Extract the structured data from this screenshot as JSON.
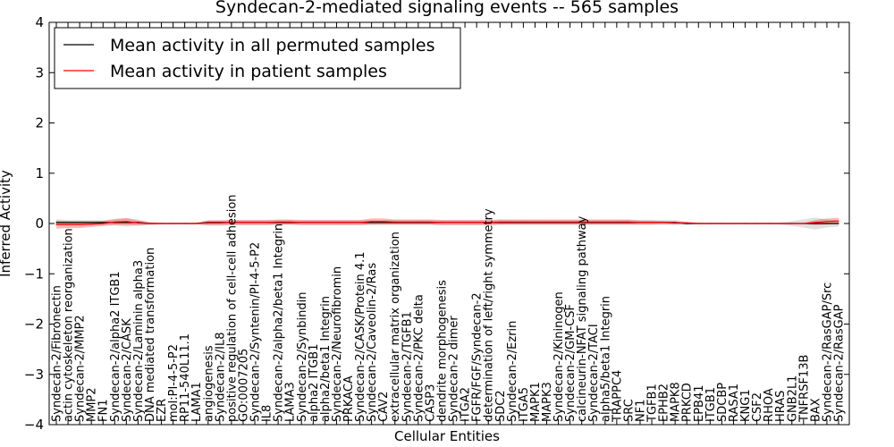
{
  "chart_data": {
    "type": "line",
    "title": "Syndecan-2-mediated signaling events -- 565 samples",
    "xlabel": "Cellular Entities",
    "ylabel": "Inferred Activity",
    "ylim": [
      -4,
      4
    ],
    "yticks": [
      -4,
      -3,
      -2,
      -1,
      0,
      1,
      2,
      3,
      4
    ],
    "grid": false,
    "legend_position": "top-left",
    "categories": [
      "Syndecan-2/Fibronectin",
      "actin cytoskeleton reorganization",
      "Syndecan-2/MMP2",
      "MMP2",
      "FN1",
      "Syndecan-2/alpha2 ITGB1",
      "Syndecan-2/CASK",
      "Syndecan-2/Laminin alpha3",
      "DNA mediated transformation",
      "EZR",
      "mol:PI-4-5-P2",
      "RP11-540L11.1",
      "LAMA1",
      "angiogenesis",
      "Syndecan-2/IL8",
      "positive regulation of cell-cell adhesion",
      "GO:0007205",
      "Syndecan-2/Syntenin/PI-4-5-P2",
      "IL8",
      "Syndecan-2/alpha2/beta1 Integrin",
      "LAMA3",
      "Syndecan-2/Synbindin",
      "alpha2 ITGB1",
      "alpha2/beta1 Integrin",
      "Syndecan-2/Neurofibromin",
      "PRKACA",
      "Syndecan-2/CASK/Protein 4.1",
      "Syndecan-2/Caveolin-2/Ras",
      "CAV2",
      "extracellular matrix organization",
      "Syndecan-2/TGFB1",
      "Syndecan-2/PKC delta",
      "CASP3",
      "dendrite morphogenesis",
      "Syndecan-2 dimer",
      "ITGA2",
      "FGFR/FGF/Syndecan-2",
      "determination of left/right symmetry",
      "SDC2",
      "Syndecan-2/Ezrin",
      "ITGA5",
      "MAPK1",
      "MAPK3",
      "Syndecan-2/Kininogen",
      "Syndecan-2/GM-CSF",
      "calcineurin-NFAT signaling pathway",
      "Syndecan-2/TACI",
      "alpha5/beta1 Integrin",
      "TRAPPC4",
      "SRC",
      "NF1",
      "TGFB1",
      "EPHB2",
      "MAPK8",
      "PRKCD",
      "EPB41",
      "ITGB1",
      "SDCBP",
      "RASA1",
      "KNG1",
      "CSF2",
      "RHOA",
      "HRAS",
      "GNB2L1",
      "TNFRSF13B",
      "BAX",
      "Syndecan-2/RasGAP/Src",
      "Syndecan-2/RasGAP"
    ],
    "series": [
      {
        "name": "Mean activity in all permuted samples",
        "color": "#000000",
        "values": [
          0.02,
          0.02,
          0.02,
          0.02,
          0.02,
          0.02,
          0.02,
          0.02,
          0.0,
          0.0,
          0.0,
          0.0,
          0.0,
          0.02,
          0.02,
          0.02,
          0.02,
          0.02,
          0.02,
          0.02,
          0.02,
          0.02,
          0.02,
          0.02,
          0.02,
          0.02,
          0.02,
          0.02,
          0.02,
          0.02,
          0.02,
          0.02,
          0.02,
          0.02,
          0.02,
          0.02,
          0.02,
          0.02,
          0.02,
          0.02,
          0.02,
          0.02,
          0.02,
          0.02,
          0.02,
          0.02,
          0.02,
          0.02,
          0.02,
          0.02,
          0.02,
          0.02,
          0.02,
          0.02,
          0.0,
          0.0,
          0.0,
          0.0,
          0.0,
          0.0,
          0.0,
          0.0,
          0.0,
          0.0,
          0.0,
          0.0,
          0.0,
          0.0
        ],
        "band": [
          0.06,
          0.05,
          0.05,
          0.05,
          0.05,
          0.06,
          0.08,
          0.06,
          0.03,
          0.02,
          0.02,
          0.02,
          0.02,
          0.05,
          0.05,
          0.05,
          0.05,
          0.05,
          0.05,
          0.05,
          0.05,
          0.05,
          0.05,
          0.05,
          0.05,
          0.05,
          0.05,
          0.05,
          0.05,
          0.05,
          0.05,
          0.05,
          0.05,
          0.05,
          0.05,
          0.05,
          0.05,
          0.05,
          0.05,
          0.05,
          0.05,
          0.05,
          0.05,
          0.05,
          0.05,
          0.05,
          0.05,
          0.05,
          0.05,
          0.05,
          0.05,
          0.05,
          0.05,
          0.05,
          0.03,
          0.02,
          0.02,
          0.02,
          0.02,
          0.02,
          0.02,
          0.02,
          0.02,
          0.05,
          0.08,
          0.12,
          0.08,
          0.06
        ]
      },
      {
        "name": "Mean activity in patient samples",
        "color": "#ff0000",
        "values": [
          -0.02,
          -0.02,
          -0.02,
          -0.01,
          0.0,
          0.03,
          0.04,
          0.01,
          0.0,
          0.0,
          0.0,
          0.0,
          0.0,
          0.01,
          0.01,
          0.02,
          0.02,
          0.02,
          0.02,
          0.03,
          0.03,
          0.02,
          0.02,
          0.02,
          0.02,
          0.02,
          0.02,
          0.04,
          0.04,
          0.03,
          0.03,
          0.03,
          0.03,
          0.02,
          0.02,
          0.02,
          0.02,
          0.02,
          0.03,
          0.03,
          0.03,
          0.03,
          0.03,
          0.03,
          0.03,
          0.03,
          0.03,
          0.03,
          0.03,
          0.03,
          0.02,
          0.02,
          0.02,
          0.01,
          0.01,
          0.0,
          0.0,
          0.0,
          0.0,
          0.0,
          0.0,
          0.0,
          0.0,
          0.0,
          0.0,
          0.02,
          0.04,
          0.05
        ],
        "band": [
          0.08,
          0.07,
          0.07,
          0.06,
          0.05,
          0.06,
          0.07,
          0.05,
          0.02,
          0.01,
          0.01,
          0.01,
          0.01,
          0.05,
          0.05,
          0.05,
          0.05,
          0.05,
          0.05,
          0.05,
          0.05,
          0.05,
          0.05,
          0.05,
          0.05,
          0.05,
          0.05,
          0.06,
          0.06,
          0.05,
          0.05,
          0.05,
          0.05,
          0.05,
          0.05,
          0.05,
          0.05,
          0.05,
          0.05,
          0.05,
          0.05,
          0.05,
          0.05,
          0.05,
          0.05,
          0.05,
          0.05,
          0.05,
          0.05,
          0.05,
          0.04,
          0.04,
          0.03,
          0.03,
          0.02,
          0.01,
          0.01,
          0.01,
          0.01,
          0.01,
          0.01,
          0.01,
          0.01,
          0.01,
          0.01,
          0.05,
          0.06,
          0.06
        ]
      }
    ]
  }
}
